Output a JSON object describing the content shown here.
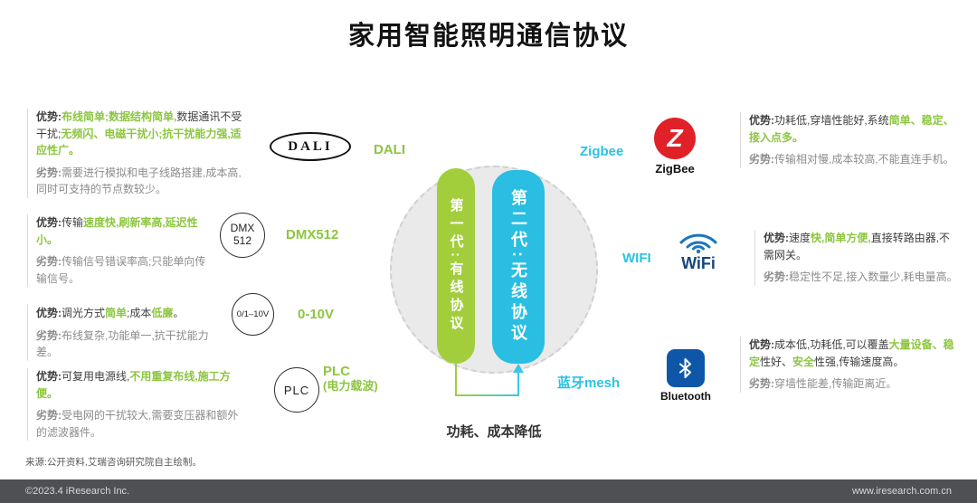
{
  "title": "家用智能照明通信协议",
  "center": {
    "gen1_label": "第一代:有线协议",
    "gen2_label": "第二代:无线协议",
    "transition_label": "功耗、成本降低"
  },
  "wired_protocols": [
    {
      "label": "DALI",
      "icon_text": "DALI",
      "advantage": [
        {
          "t": "优势:",
          "c": "adv-label"
        },
        {
          "t": "布线简单;数据结构简单,",
          "c": "green"
        },
        {
          "t": "数据通讯不受干扰;",
          "c": "dark"
        },
        {
          "t": "无频闪、电磁干扰小;抗干扰能力强,适应性广。",
          "c": "green"
        }
      ],
      "disadvantage": [
        {
          "t": "劣势:",
          "c": "dis-label"
        },
        {
          "t": "需要进行模拟和电子线路搭建,成本高,同时可支持的节点数较少。",
          "c": "gray"
        }
      ]
    },
    {
      "label": "DMX512",
      "icon_lines": [
        "DMX",
        "512"
      ],
      "advantage": [
        {
          "t": "优势:",
          "c": "adv-label"
        },
        {
          "t": "传输",
          "c": "dark"
        },
        {
          "t": "速度快,刷新率高,延迟性小。",
          "c": "green"
        }
      ],
      "disadvantage": [
        {
          "t": "劣势:",
          "c": "dis-label"
        },
        {
          "t": "传输信号错误率高;只能单向传输信号。",
          "c": "gray"
        }
      ]
    },
    {
      "label": "0-10V",
      "icon_lines": [
        "0/1–10V"
      ],
      "advantage": [
        {
          "t": "优势:",
          "c": "adv-label"
        },
        {
          "t": "调光方式",
          "c": "dark"
        },
        {
          "t": "简单",
          "c": "green"
        },
        {
          "t": ";成本",
          "c": "dark"
        },
        {
          "t": "低廉",
          "c": "green"
        },
        {
          "t": "。",
          "c": "dark"
        }
      ],
      "disadvantage": [
        {
          "t": "劣势:",
          "c": "dis-label"
        },
        {
          "t": "布线复杂,功能单一,抗干扰能力差。",
          "c": "gray"
        }
      ]
    },
    {
      "label": "PLC",
      "label_sub": "(电力载波)",
      "icon_lines": [
        "PLC"
      ],
      "advantage": [
        {
          "t": "优势:",
          "c": "adv-label"
        },
        {
          "t": "可复用电源线,",
          "c": "dark"
        },
        {
          "t": "不用重复布线,施工方便。",
          "c": "green"
        }
      ],
      "disadvantage": [
        {
          "t": "劣势:",
          "c": "dis-label"
        },
        {
          "t": "受电网的干扰较大,需要变压器和额外的滤波器件。",
          "c": "gray"
        }
      ]
    }
  ],
  "wireless_protocols": [
    {
      "label": "Zigbee",
      "logo_letter": "Z",
      "logo_caption": "ZigBee",
      "advantage": [
        {
          "t": "优势:",
          "c": "adv-label"
        },
        {
          "t": "功耗低,穿墙性能好,系统",
          "c": "dark"
        },
        {
          "t": "简单、稳定、接入点多。",
          "c": "green"
        }
      ],
      "disadvantage": [
        {
          "t": "劣势:",
          "c": "dis-label"
        },
        {
          "t": "传输相对慢,成本较高,不能直连手机。",
          "c": "gray"
        }
      ]
    },
    {
      "label": "WIFI",
      "logo_text": "WiFi",
      "advantage": [
        {
          "t": "优势:",
          "c": "adv-label"
        },
        {
          "t": "速度",
          "c": "dark"
        },
        {
          "t": "快,简单方便,",
          "c": "green"
        },
        {
          "t": "直接转路由器,不需网关。",
          "c": "dark"
        }
      ],
      "disadvantage": [
        {
          "t": "劣势:",
          "c": "dis-label"
        },
        {
          "t": "稳定性不足,接入数量少,耗电量高。",
          "c": "gray"
        }
      ]
    },
    {
      "label": "蓝牙mesh",
      "logo_caption": "Bluetooth",
      "advantage": [
        {
          "t": "优势:",
          "c": "adv-label"
        },
        {
          "t": "成本低,功耗低,可以覆盖",
          "c": "dark"
        },
        {
          "t": "大量设备、稳定",
          "c": "green"
        },
        {
          "t": "性好、",
          "c": "dark"
        },
        {
          "t": "安全",
          "c": "green"
        },
        {
          "t": "性强,传输速度高。",
          "c": "dark"
        }
      ],
      "disadvantage": [
        {
          "t": "劣势:",
          "c": "dis-label"
        },
        {
          "t": "穿墙性能差,传输距离近。",
          "c": "gray"
        }
      ]
    }
  ],
  "source": "来源:公开资料,艾瑞咨询研究院自主绘制。",
  "footer": {
    "copyright": "©2023.4 iResearch Inc.",
    "website": "www.iresearch.com.cn"
  },
  "colors": {
    "highlight_green": "#8CC63F",
    "highlight_cyan": "#29C3E3",
    "pill_green": "#A2CE3C",
    "pill_cyan": "#29BEE2",
    "zigbee_red": "#E02128",
    "wifi_blue": "#17477E",
    "bluetooth_blue": "#0E57A8",
    "footer_bg": "#4F5054"
  }
}
